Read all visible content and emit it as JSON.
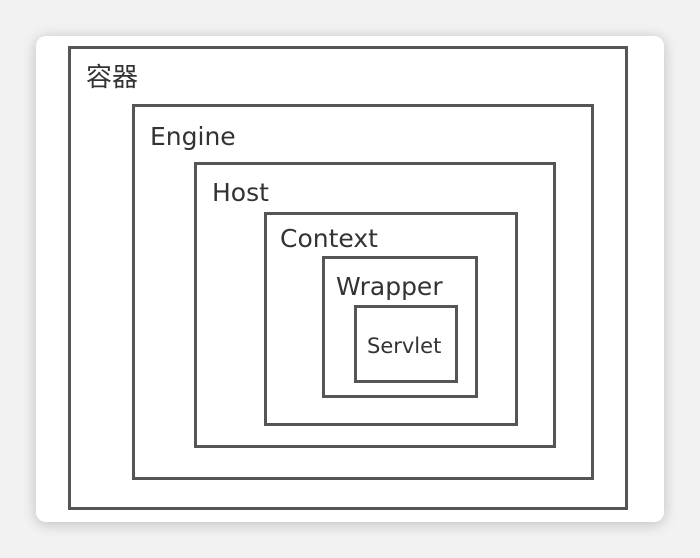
{
  "diagram": {
    "levels": [
      {
        "label": "容器"
      },
      {
        "label": "Engine"
      },
      {
        "label": "Host"
      },
      {
        "label": "Context"
      },
      {
        "label": "Wrapper"
      },
      {
        "label": "Servlet"
      }
    ],
    "colors": {
      "border": "#555555",
      "text": "#333333",
      "card": "#ffffff",
      "background": "#f2f2f2"
    }
  }
}
